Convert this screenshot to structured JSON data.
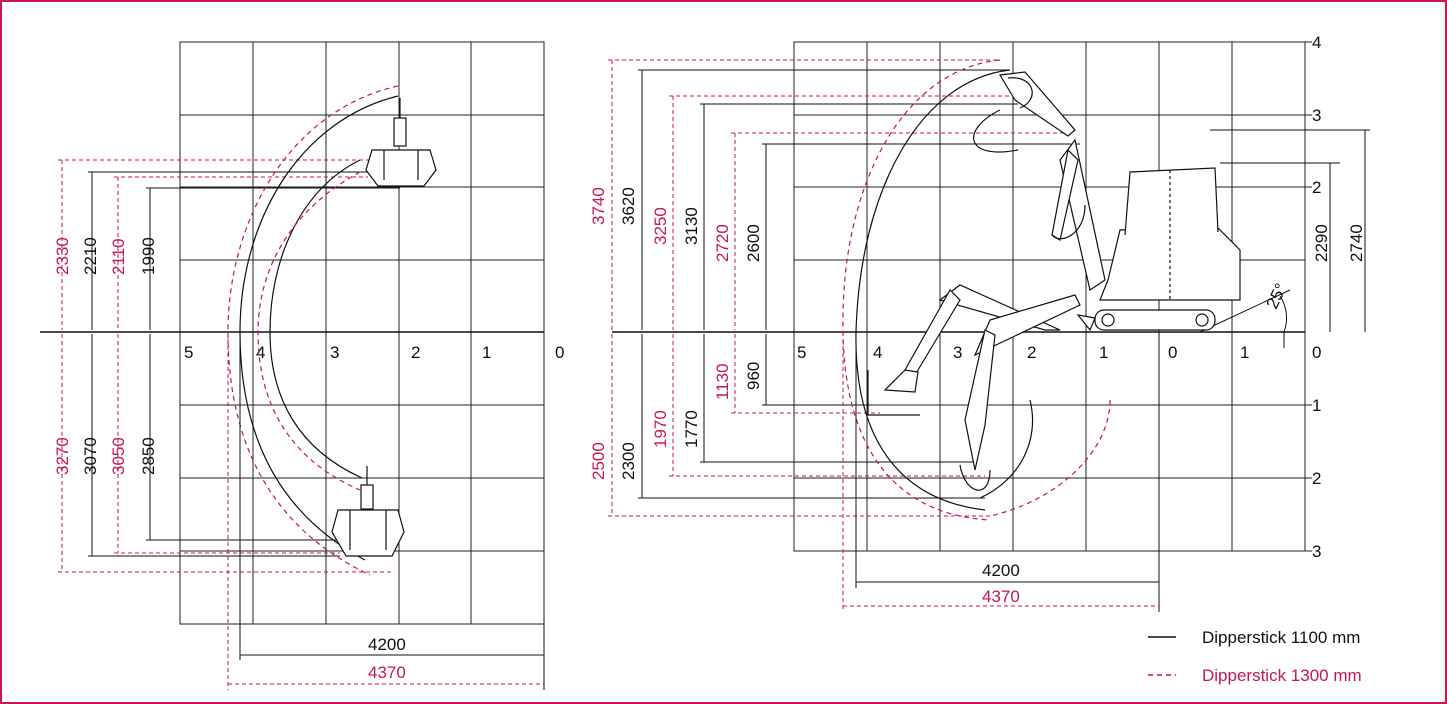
{
  "left_diagram": {
    "x_ticks": [
      "5",
      "4",
      "3",
      "2",
      "1",
      "0"
    ],
    "dims_upper": {
      "red_outer": "2330",
      "black_mid": "2210",
      "red_inner": "2110",
      "black_inner": "1990"
    },
    "dims_lower": {
      "red_outer": "3270",
      "black_mid": "3070",
      "red_inner": "3050",
      "black_inner": "2850"
    },
    "reach_black": "4200",
    "reach_red": "4370"
  },
  "right_diagram": {
    "x_ticks": [
      "5",
      "4",
      "3",
      "2",
      "1",
      "0",
      "1",
      "0"
    ],
    "y_ticks": [
      "4",
      "3",
      "2",
      "1",
      "2",
      "3"
    ],
    "dims_upper": {
      "d1": "3740",
      "d2": "3620",
      "d3": "3250",
      "d4": "3130",
      "d5": "2720",
      "d6": "2600"
    },
    "dims_lower": {
      "d1": "2500",
      "d2": "2300",
      "d3": "1970",
      "d4": "1770",
      "d5": "1130",
      "d6": "960"
    },
    "right_dims": {
      "inner": "2290",
      "outer": "2740"
    },
    "angle": "25°",
    "reach_black": "4200",
    "reach_red": "4370"
  },
  "legend": {
    "black_label": "Dipperstick 1100 mm",
    "red_label": "Dipperstick 1300 mm"
  },
  "colors": {
    "accent": "#c8174f",
    "ink": "#111111"
  }
}
